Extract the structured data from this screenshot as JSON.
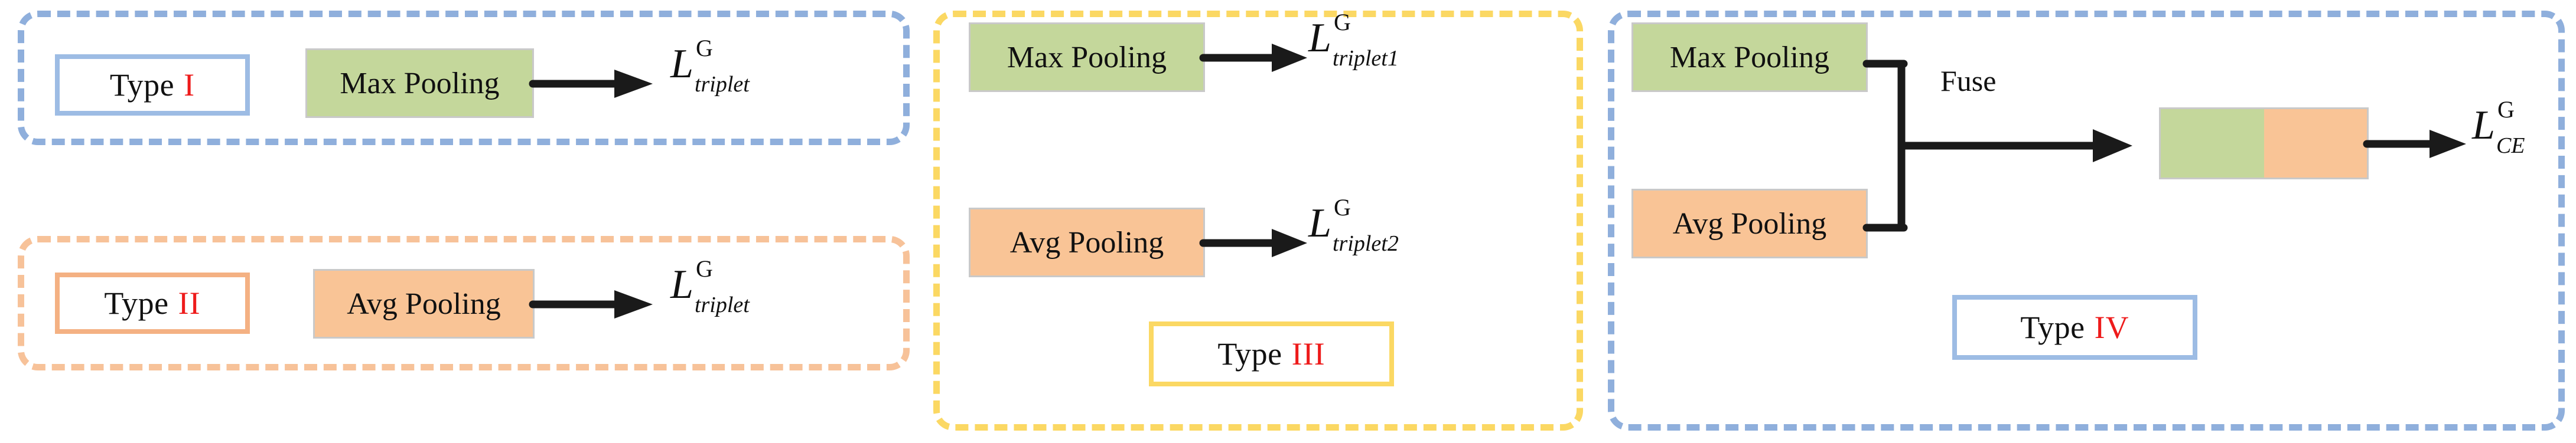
{
  "figure": {
    "title": "Four types of global feature pooling / loss configurations",
    "colors": {
      "green_block": "#C4D79B",
      "orange_block": "#F9C496",
      "blue_dashed": "#8FAFDC",
      "orange_dashed": "#F7C299",
      "yellow_dashed": "#FBD863",
      "blue_solid": "#9DBCE4",
      "orange_solid": "#F4B183",
      "yellow_solid": "#FBD863",
      "roman_numeral": "#EE1B1B",
      "text": "#111111",
      "block_border": "#C9C9C9",
      "arrow": "#1A1A1A"
    }
  },
  "panels": [
    {
      "id": "type1",
      "type_word": "Type",
      "type_numeral": "I",
      "border_color": "#8FAFDC",
      "blocks": [
        {
          "label": "Max Pooling",
          "fill": "#C4D79B"
        }
      ],
      "outputs": [
        {
          "base": "L",
          "sup": "G",
          "sub": "triplet"
        }
      ]
    },
    {
      "id": "type2",
      "type_word": "Type",
      "type_numeral": "II",
      "border_color": "#F7C299",
      "blocks": [
        {
          "label": "Avg Pooling",
          "fill": "#F9C496"
        }
      ],
      "outputs": [
        {
          "base": "L",
          "sup": "G",
          "sub": "triplet"
        }
      ]
    },
    {
      "id": "type3",
      "type_word": "Type",
      "type_numeral": "III",
      "border_color": "#FBD863",
      "blocks": [
        {
          "label": "Max Pooling",
          "fill": "#C4D79B"
        },
        {
          "label": "Avg Pooling",
          "fill": "#F9C496"
        }
      ],
      "outputs": [
        {
          "base": "L",
          "sup": "G",
          "sub": "triplet1"
        },
        {
          "base": "L",
          "sup": "G",
          "sub": "triplet2"
        }
      ]
    },
    {
      "id": "type4",
      "type_word": "Type",
      "type_numeral": "IV",
      "border_color": "#8FAFDC",
      "blocks": [
        {
          "label": "Max Pooling",
          "fill": "#C4D79B"
        },
        {
          "label": "Avg Pooling",
          "fill": "#F9C496"
        }
      ],
      "operation_label": "Fuse",
      "fused_block": {
        "left_fill": "#C4D79B",
        "right_fill": "#F9C496"
      },
      "outputs": [
        {
          "base": "L",
          "sup": "G",
          "sub": "CE"
        }
      ]
    }
  ],
  "p1": {
    "type_word": "Type",
    "type_numeral": "I",
    "block_max": "Max Pooling",
    "loss_base": "L",
    "loss_sup": "G",
    "loss_sub": "triplet"
  },
  "p2": {
    "type_word": "Type",
    "type_numeral": "II",
    "block_avg": "Avg Pooling",
    "loss_base": "L",
    "loss_sup": "G",
    "loss_sub": "triplet"
  },
  "p3": {
    "type_word": "Type",
    "type_numeral": "III",
    "block_max": "Max Pooling",
    "block_avg": "Avg Pooling",
    "loss1_base": "L",
    "loss1_sup": "G",
    "loss1_sub": "triplet1",
    "loss2_base": "L",
    "loss2_sup": "G",
    "loss2_sub": "triplet2"
  },
  "p4": {
    "type_word": "Type",
    "type_numeral": "IV",
    "block_max": "Max Pooling",
    "block_avg": "Avg Pooling",
    "fuse_label": "Fuse",
    "loss_base": "L",
    "loss_sup": "G",
    "loss_sub": "CE"
  }
}
